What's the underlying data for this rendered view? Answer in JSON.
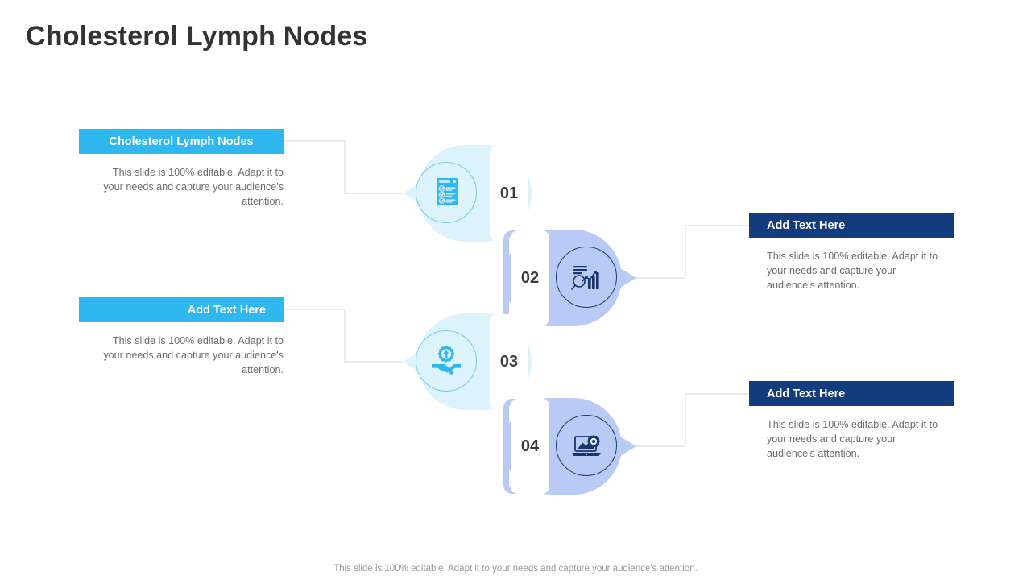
{
  "slide": {
    "title": "Cholesterol Lymph Nodes",
    "footer": "This slide is 100% editable. Adapt it to your needs and capture your audience's attention.",
    "colors": {
      "title_text": "#333333",
      "cyan_bar": "#2fb8f0",
      "navy_bar": "#123c7e",
      "blob_cyan": "#ddf3fc",
      "blob_periwinkle": "#b9caf5",
      "icon_cyan": "#2fb8f0",
      "icon_navy": "#17366b",
      "body_text": "#6b6b6b",
      "connector": "#e2e2e2"
    }
  },
  "steps": [
    {
      "number": "01",
      "side": "left",
      "icon": "checklist-document-icon",
      "label": "Cholesterol Lymph Nodes",
      "body": "This slide is 100% editable. Adapt it to your needs and capture your audience's attention."
    },
    {
      "number": "02",
      "side": "right",
      "icon": "magnifier-bar-chart-icon",
      "label": "Add Text Here",
      "body": "This slide is 100% editable. Adapt it to your needs and capture your audience's attention."
    },
    {
      "number": "03",
      "side": "left",
      "icon": "handshake-gear-icon",
      "label": "Add Text Here",
      "body": "This slide is 100% editable. Adapt it to your needs and capture your audience's attention."
    },
    {
      "number": "04",
      "side": "right",
      "icon": "laptop-chart-gear-icon",
      "label": "Add Text Here",
      "body": "This slide is 100% editable. Adapt it to your needs and capture your audience's attention."
    }
  ]
}
